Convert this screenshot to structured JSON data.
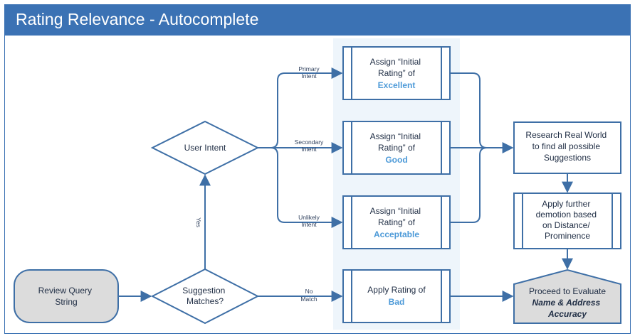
{
  "title": "Rating Relevance - Autocomplete",
  "nodes": {
    "review_query": [
      "Review Query",
      "String"
    ],
    "suggestion_matches": [
      "Suggestion",
      "Matches?"
    ],
    "user_intent": [
      "User Intent"
    ],
    "excellent": {
      "lines": [
        "Assign “Initial",
        "Rating” of"
      ],
      "rating": "Excellent"
    },
    "good": {
      "lines": [
        "Assign “Initial",
        "Rating” of"
      ],
      "rating": "Good"
    },
    "acceptable": {
      "lines": [
        "Assign “Initial",
        "Rating” of"
      ],
      "rating": "Acceptable"
    },
    "bad": {
      "lines": [
        "Apply Rating of"
      ],
      "rating": "Bad"
    },
    "research": [
      "Research Real World",
      "to find all possible",
      "Suggestions"
    ],
    "demotion": [
      "Apply further",
      "demotion based",
      "on Distance/",
      "Prominence"
    ],
    "proceed": {
      "line": "Proceed to Evaluate",
      "bold": [
        "Name & Address",
        "Accuracy"
      ]
    }
  },
  "edge_labels": {
    "yes": "Yes",
    "primary": [
      "Primary",
      "Intent"
    ],
    "secondary": [
      "Secondary",
      "Intent"
    ],
    "unlikely": [
      "Unlikely",
      "Intent"
    ],
    "no_match": [
      "No",
      "Match"
    ]
  },
  "colors": {
    "title_bg": "#3b72b4",
    "stroke": "#3e6fa6",
    "rating_text": "#4d9ad8",
    "band": "#eef5fb",
    "terminal_fill": "#dcdcdc"
  }
}
